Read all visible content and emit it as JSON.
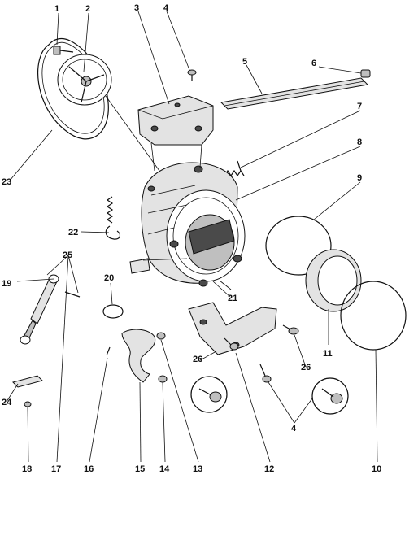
{
  "diagram": {
    "labels": {
      "p1": "1",
      "p2": "2",
      "p3": "3",
      "p4_top": "4",
      "p5": "5",
      "p6": "6",
      "p7": "7",
      "p8": "8",
      "p9": "9",
      "p10": "10",
      "p11": "11",
      "p12": "12",
      "p13": "13",
      "p14": "14",
      "p15": "15",
      "p16": "16",
      "p17": "17",
      "p18": "18",
      "p19": "19",
      "p20": "20",
      "p21": "21",
      "p22": "22",
      "p23": "23",
      "p24": "24",
      "p25": "25",
      "p26_left": "26",
      "p26_right": "26",
      "p4_bottom": "4"
    }
  }
}
